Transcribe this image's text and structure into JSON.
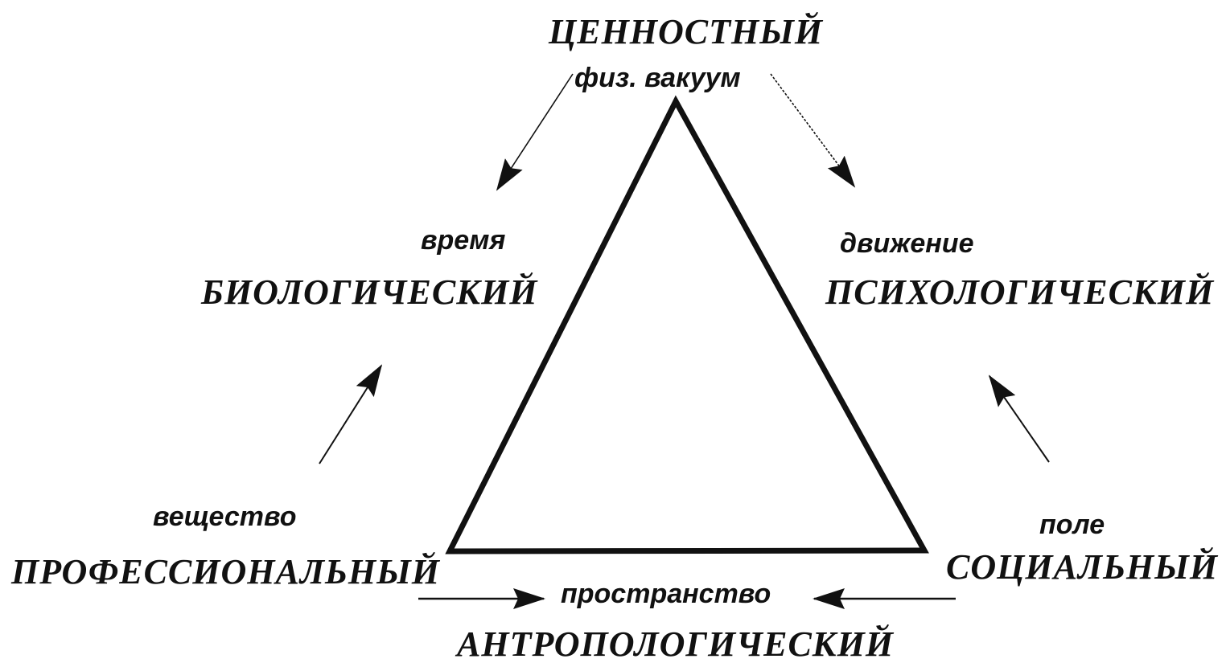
{
  "diagram": {
    "apex": {
      "title": "ЦЕННОСТНЫЙ",
      "subtitle": "физ. вакуум"
    },
    "upper_left": {
      "title": "БИОЛОГИЧЕСКИЙ",
      "subtitle": "время"
    },
    "upper_right": {
      "title": "ПСИХОЛОГИЧЕСКИЙ",
      "subtitle": "движение"
    },
    "lower_left": {
      "title": "ПРОФЕССИОНАЛЬНЫЙ",
      "subtitle": "вещество"
    },
    "lower_right": {
      "title": "СОЦИАЛЬНЫЙ",
      "subtitle": "поле"
    },
    "bottom": {
      "title": "АНТРОПОЛОГИЧЕСКИЙ",
      "subtitle": "пространство"
    },
    "colors": {
      "stroke": "#111111",
      "background": "#ffffff"
    }
  }
}
